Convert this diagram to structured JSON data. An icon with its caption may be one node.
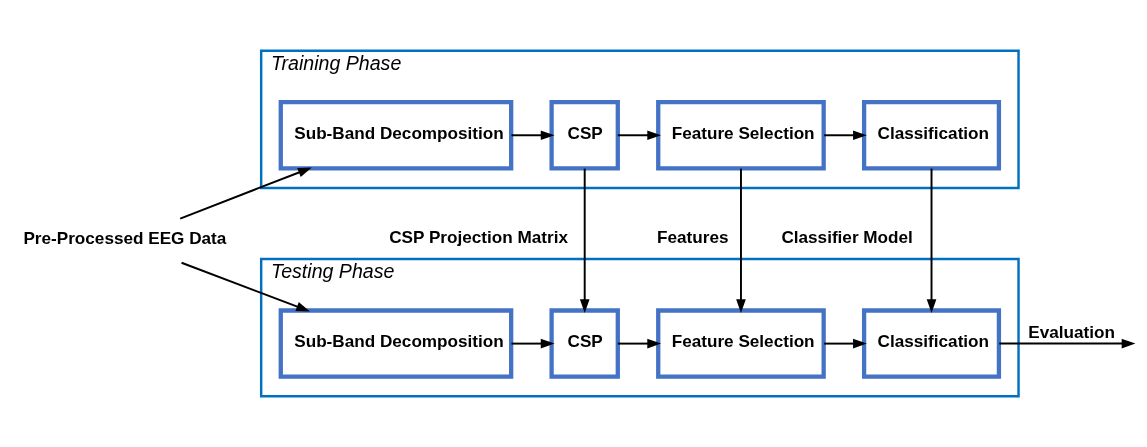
{
  "diagram": {
    "nodes": [
      {
        "text": [
          "Training Phase"
        ]
      },
      {
        "text": [
          "Sub-Band Decomposition"
        ],
        "in": 0
      },
      {
        "text": [
          "CSP"
        ],
        "in": 0
      },
      {
        "text": [
          "Feature Selection"
        ],
        "in": 0
      },
      {
        "text": [
          "Classification"
        ],
        "in": 0
      },
      {
        "text": [
          "Testing Phase"
        ]
      },
      {
        "text": [
          "Sub-Band Decomposition"
        ],
        "in": 5
      },
      {
        "text": [
          "CSP"
        ],
        "in": 5
      },
      {
        "text": [
          "Feature Selection"
        ],
        "in": 5
      },
      {
        "text": [
          "Classification"
        ],
        "in": 5
      },
      {
        "text": [
          "Pre-Processed EEG Data"
        ]
      }
    ],
    "edges": [
      {
        "from": 10,
        "to": 1,
        "arrow": "to"
      },
      {
        "from": 1,
        "to": 2,
        "arrow": "to"
      },
      {
        "from": 2,
        "to": 3,
        "arrow": "to"
      },
      {
        "from": 3,
        "to": 4,
        "arrow": "to"
      },
      {
        "from": 10,
        "to": 6,
        "arrow": "to"
      },
      {
        "from": 2,
        "to": 7,
        "arrow": "to",
        "label": "CSP Projection Matrix"
      },
      {
        "from": 3,
        "to": 8,
        "arrow": "to",
        "label": "Features"
      },
      {
        "from": 4,
        "to": 9,
        "arrow": "to",
        "label": "Classifier Model"
      },
      {
        "from": 6,
        "to": 7,
        "arrow": "to"
      },
      {
        "from": 7,
        "to": 8,
        "arrow": "to"
      },
      {
        "from": 8,
        "to": 9,
        "arrow": "to"
      },
      {
        "from": 9,
        "to": null,
        "arrow": "to",
        "label": "Evaluation"
      }
    ]
  }
}
